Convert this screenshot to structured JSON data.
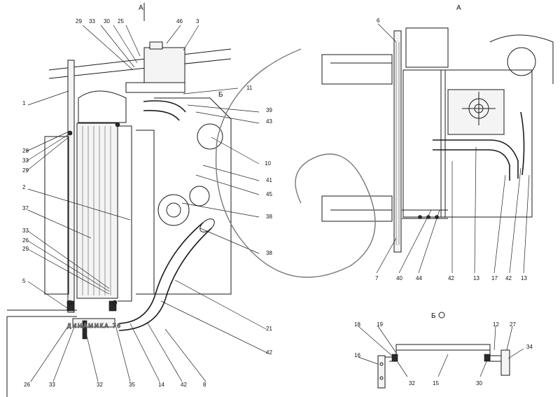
{
  "view_labels": {
    "left_a": "A",
    "right_a": "A",
    "section_b_top": "Б",
    "section_b_bottom": "Б"
  },
  "watermark": "ДИНАМИКА 76",
  "callouts_left": [
    "29",
    "33",
    "30",
    "25",
    "46",
    "3",
    "1",
    "11",
    "39",
    "43",
    "28",
    "33",
    "29",
    "10",
    "2",
    "41",
    "45",
    "37",
    "38",
    "38",
    "33",
    "26",
    "29",
    "5",
    "21",
    "42",
    "26",
    "33",
    "32",
    "35",
    "14",
    "42",
    "8"
  ],
  "callouts_right": [
    "6",
    "7",
    "40",
    "44",
    "42",
    "13",
    "17",
    "42",
    "13"
  ],
  "callouts_detail": [
    "18",
    "19",
    "16",
    "32",
    "15",
    "30",
    "12",
    "27",
    "34"
  ],
  "colors": {
    "ink": "#1a1a1a",
    "paper": "#ffffff",
    "watermark": "#6a6a6a"
  }
}
